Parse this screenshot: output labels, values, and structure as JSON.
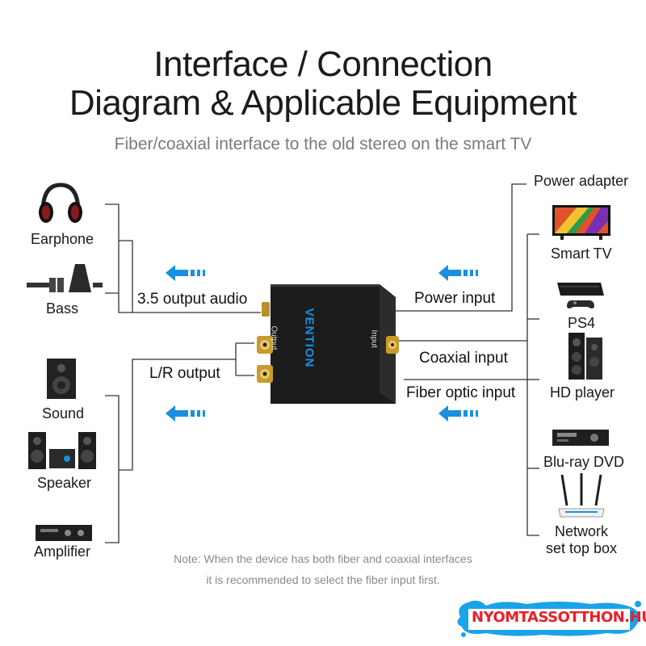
{
  "title_line1": "Interface / Connection",
  "title_line2": "Diagram & Applicable Equipment",
  "subtitle": "Fiber/coaxial interface to the old stereo on the smart TV",
  "left_devices": {
    "earphone": "Earphone",
    "bass": "Bass",
    "sound": "Sound",
    "speaker": "Speaker",
    "amplifier": "Amplifier"
  },
  "left_interfaces": {
    "audio_35": "3.5 output audio",
    "lr_output": "L/R output"
  },
  "right_interfaces": {
    "power_input": "Power input",
    "coaxial_input": "Coaxial input",
    "fiber_optic_input": "Fiber optic input"
  },
  "right_devices": {
    "power_adapter": "Power adapter",
    "smart_tv": "Smart TV",
    "ps4": "PS4",
    "hd_player": "HD player",
    "bluray_dvd": "Blu-ray DVD",
    "network_line1": "Network",
    "network_line2": "set top box"
  },
  "device_labels": {
    "brand": "VENTION",
    "output_port": "Output",
    "input_port": "Input"
  },
  "note_line1": "Note: When the device has both fiber and coaxial interfaces",
  "note_line2": "it is recommended to select the fiber input first.",
  "watermark": "NYOMTASSOTTHON.HU",
  "colors": {
    "arrow": "#1a8fe0",
    "line": "#333333",
    "device_body": "#1e1e1e",
    "watermark_splash": "#1aa3e8",
    "watermark_text": "#e8202a"
  }
}
